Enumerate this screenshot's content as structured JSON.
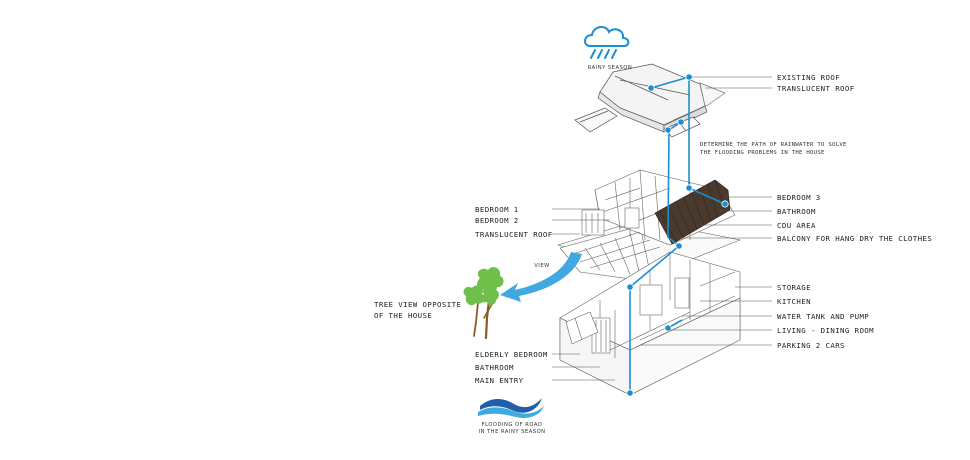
{
  "colors": {
    "accent": "#1a8fd1",
    "wave_dark": "#1f5ea8",
    "wave_light": "#3fa9e0",
    "tree_canopy": "#6fbf4a",
    "tree_trunk": "#8a5a2b",
    "ink": "#222222"
  },
  "icons": {
    "rain": "rain-cloud-icon",
    "flood": "flood-waves-icon",
    "tree": "tree-icon",
    "view_arrow": "view-arrow-icon"
  },
  "captions": {
    "rainy_season": "RAINY SEASON",
    "flooding_line1": "FLOODING OF ROAD",
    "flooding_line2": "IN THE RAINY SEASON",
    "view": "VIEW",
    "tree_line1": "TREE VIEW OPPOSITE",
    "tree_line2": "OF THE HOUSE",
    "rainwater_line1": "DETERMINE THE PATH OF RAINWATER TO SOLVE",
    "rainwater_line2": "THE FLOODING PROBLEMS IN THE HOUSE"
  },
  "labels_right": {
    "existing_roof": "EXISTING ROOF",
    "translucent_roof": "TRANSLUCENT ROOF",
    "bedroom3": "BEDROOM 3",
    "bathroom": "BATHROOM",
    "cdu_area": "CDU AREA",
    "balcony": "BALCONY FOR HANG DRY THE CLOTHES",
    "storage": "STORAGE",
    "kitchen": "KITCHEN",
    "water_tank": "WATER TANK AND PUMP",
    "living": "LIVING - DINING ROOM",
    "parking": "PARKING 2 CARS"
  },
  "labels_left": {
    "bedroom1": "BEDROOM 1",
    "bedroom2": "BEDROOM 2",
    "translucent_roof": "TRANSLUCENT ROOF",
    "elderly_bedroom": "ELDERLY BEDROOM",
    "bathroom": "BATHROOM",
    "main_entry": "MAIN ENTRY"
  }
}
